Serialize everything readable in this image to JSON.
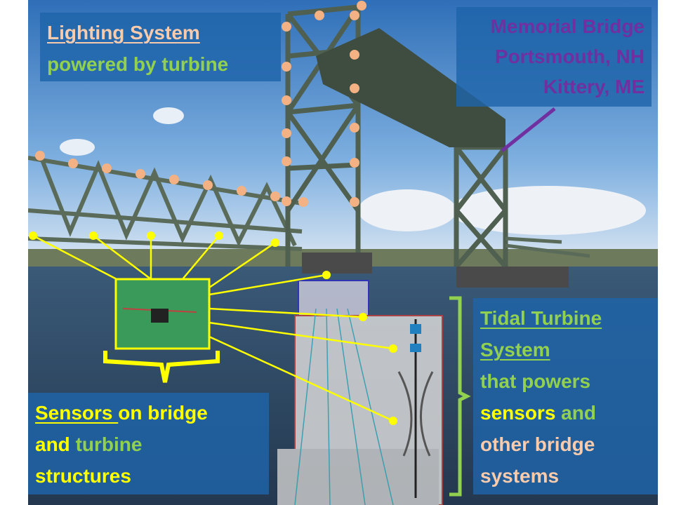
{
  "lighting_box": {
    "title": "Lighting System",
    "subtitle": "powered by turbine"
  },
  "location_box": {
    "line1": "Memorial Bridge",
    "line2": "Portsmouth, NH",
    "line3": "Kittery, ME"
  },
  "sensors_box": {
    "word1": "Sensors ",
    "rest1": "on bridge",
    "and": "and ",
    "turbine": "turbine",
    "line3": "structures"
  },
  "turbine_box": {
    "title1": "Tidal Turbine",
    "title2": "System",
    "line3": "that powers",
    "sensors": "sensors",
    "and": " and",
    "line5": "other bridge",
    "line6": "systems"
  },
  "colors": {
    "lighting_dot": "#f4b183",
    "sensor_line": "#ffff00",
    "green": "#92d050",
    "purple": "#7030a0",
    "box": "#1e64aa"
  }
}
